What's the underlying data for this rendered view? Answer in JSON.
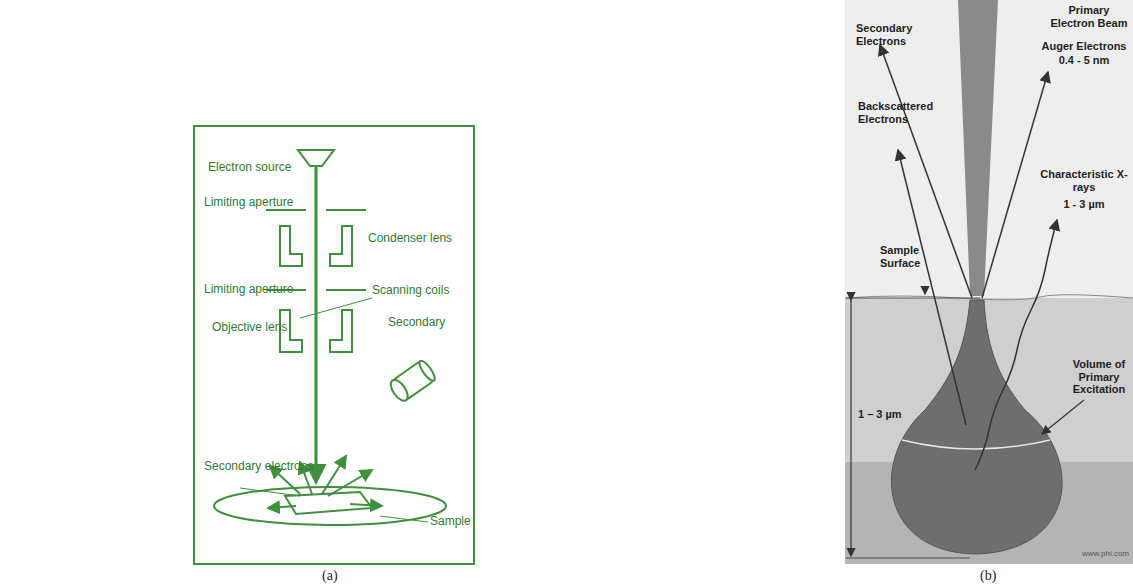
{
  "diagram": {
    "labels": [
      "Electron source",
      "Limiting aperture",
      "Condenser lens",
      "Limiting aperture",
      "Scanning coils",
      "Objective lens",
      "Secondary",
      "Secondary electrons",
      "Sample",
      "(a)",
      "Secondary Electrons",
      "Primary Electron Beam",
      "Auger Electrons",
      "0.4 - 5 nm",
      "Backscattered Electrons",
      "Characteristic X-rays",
      "1 - 3 µm",
      "Sample Surface",
      "Volume of Primary Excitation",
      "1 – 3 µm",
      "www.phi.com",
      "(b)"
    ]
  }
}
